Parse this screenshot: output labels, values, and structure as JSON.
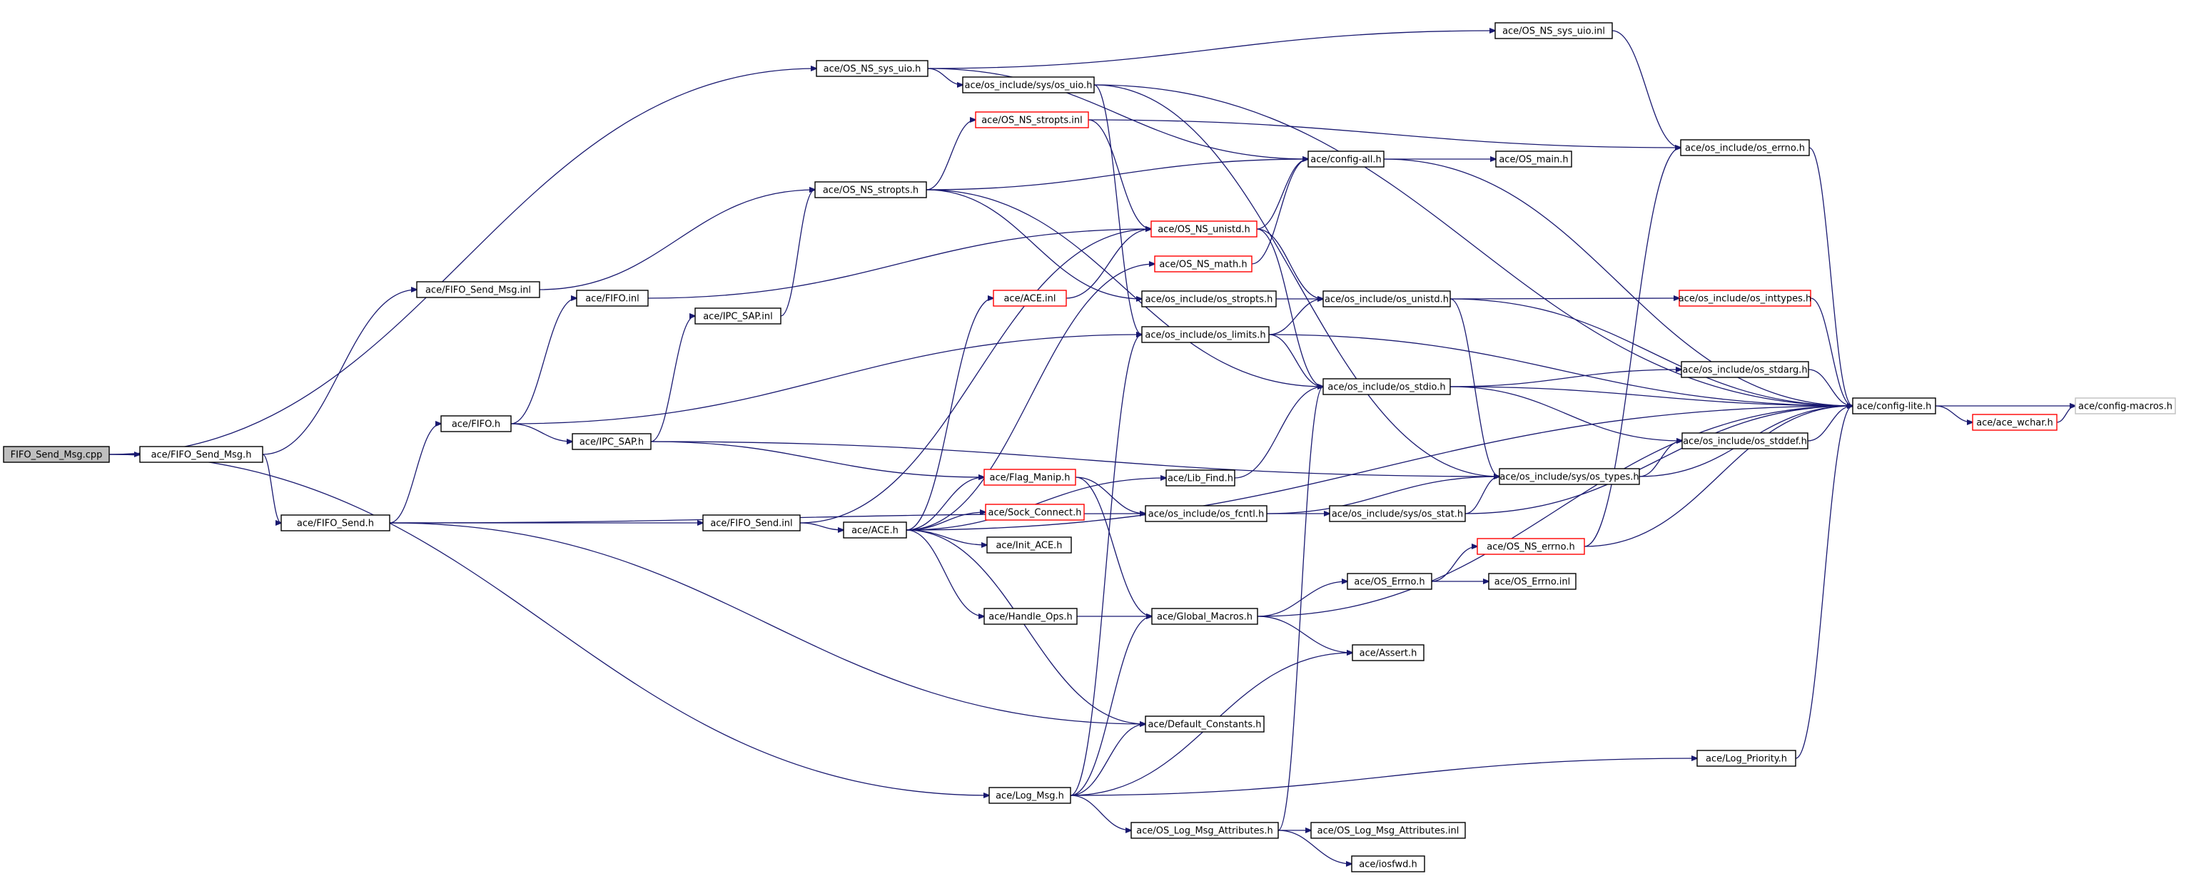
{
  "diagram": {
    "nodes": [
      {
        "id": "n_root",
        "label": "FIFO_Send_Msg.cpp",
        "style": "root"
      },
      {
        "id": "n_fsm_h",
        "label": "ace/FIFO_Send_Msg.h"
      },
      {
        "id": "n_fsm_inl",
        "label": "ace/FIFO_Send_Msg.inl"
      },
      {
        "id": "n_fs_h",
        "label": "ace/FIFO_Send.h"
      },
      {
        "id": "n_fifo_h",
        "label": "ace/FIFO.h"
      },
      {
        "id": "n_fifo_inl",
        "label": "ace/FIFO.inl"
      },
      {
        "id": "n_ipc_h",
        "label": "ace/IPC_SAP.h"
      },
      {
        "id": "n_ipc_inl",
        "label": "ace/IPC_SAP.inl"
      },
      {
        "id": "n_fs_inl",
        "label": "ace/FIFO_Send.inl"
      },
      {
        "id": "n_ace_h",
        "label": "ace/ACE.h"
      },
      {
        "id": "n_ace_inl",
        "label": "ace/ACE.inl",
        "style": "red"
      },
      {
        "id": "n_sysuio_h",
        "label": "ace/OS_NS_sys_uio.h"
      },
      {
        "id": "n_sysuio_inl",
        "label": "ace/OS_NS_sys_uio.inl"
      },
      {
        "id": "n_os_sysuio",
        "label": "ace/os_include/sys/os_uio.h"
      },
      {
        "id": "n_stropts_inl",
        "label": "ace/OS_NS_stropts.inl",
        "style": "red"
      },
      {
        "id": "n_stropts_h",
        "label": "ace/OS_NS_stropts.h"
      },
      {
        "id": "n_unistd_h",
        "label": "ace/OS_NS_unistd.h",
        "style": "red"
      },
      {
        "id": "n_math_h",
        "label": "ace/OS_NS_math.h",
        "style": "red"
      },
      {
        "id": "n_os_stropts",
        "label": "ace/os_include/os_stropts.h"
      },
      {
        "id": "n_os_limits",
        "label": "ace/os_include/os_limits.h"
      },
      {
        "id": "n_config_all",
        "label": "ace/config-all.h"
      },
      {
        "id": "n_os_main",
        "label": "ace/OS_main.h"
      },
      {
        "id": "n_os_errno",
        "label": "ace/os_include/os_errno.h"
      },
      {
        "id": "n_os_unistd",
        "label": "ace/os_include/os_unistd.h"
      },
      {
        "id": "n_os_inttypes",
        "label": "ace/os_include/os_inttypes.h",
        "style": "red"
      },
      {
        "id": "n_os_stdio",
        "label": "ace/os_include/os_stdio.h"
      },
      {
        "id": "n_os_stdarg",
        "label": "ace/os_include/os_stdarg.h"
      },
      {
        "id": "n_os_stddef",
        "label": "ace/os_include/os_stddef.h"
      },
      {
        "id": "n_config_lite",
        "label": "ace/config-lite.h"
      },
      {
        "id": "n_config_macros",
        "label": "ace/config-macros.h",
        "style": "gray"
      },
      {
        "id": "n_ace_wchar",
        "label": "ace/ace_wchar.h",
        "style": "red"
      },
      {
        "id": "n_os_types",
        "label": "ace/os_include/sys/os_types.h"
      },
      {
        "id": "n_flag",
        "label": "ace/Flag_Manip.h",
        "style": "red"
      },
      {
        "id": "n_libfind",
        "label": "ace/Lib_Find.h"
      },
      {
        "id": "n_os_fcntl",
        "label": "ace/os_include/os_fcntl.h"
      },
      {
        "id": "n_os_stat",
        "label": "ace/os_include/sys/os_stat.h"
      },
      {
        "id": "n_sock",
        "label": "ace/Sock_Connect.h",
        "style": "red"
      },
      {
        "id": "n_init",
        "label": "ace/Init_ACE.h"
      },
      {
        "id": "n_ns_errno",
        "label": "ace/OS_NS_errno.h",
        "style": "red"
      },
      {
        "id": "n_os_errno_h",
        "label": "ace/OS_Errno.h"
      },
      {
        "id": "n_os_errno_inl",
        "label": "ace/OS_Errno.inl"
      },
      {
        "id": "n_handle",
        "label": "ace/Handle_Ops.h"
      },
      {
        "id": "n_global",
        "label": "ace/Global_Macros.h"
      },
      {
        "id": "n_assert",
        "label": "ace/Assert.h"
      },
      {
        "id": "n_defconst",
        "label": "ace/Default_Constants.h"
      },
      {
        "id": "n_logprio",
        "label": "ace/Log_Priority.h"
      },
      {
        "id": "n_logmsg",
        "label": "ace/Log_Msg.h"
      },
      {
        "id": "n_logattr_h",
        "label": "ace/OS_Log_Msg_Attributes.h"
      },
      {
        "id": "n_logattr_inl",
        "label": "ace/OS_Log_Msg_Attributes.inl"
      },
      {
        "id": "n_iosfwd",
        "label": "ace/iosfwd.h"
      }
    ],
    "edges": [
      [
        "n_root",
        "n_fsm_h"
      ],
      [
        "n_root",
        "n_sysuio_h"
      ],
      [
        "n_root",
        "n_logmsg"
      ],
      [
        "n_fsm_h",
        "n_fs_h"
      ],
      [
        "n_fsm_h",
        "n_fsm_inl"
      ],
      [
        "n_fsm_inl",
        "n_stropts_h"
      ],
      [
        "n_fs_h",
        "n_fifo_h"
      ],
      [
        "n_fs_h",
        "n_fs_inl"
      ],
      [
        "n_fs_h",
        "n_os_fcntl"
      ],
      [
        "n_fs_h",
        "n_defconst"
      ],
      [
        "n_fifo_h",
        "n_fifo_inl"
      ],
      [
        "n_fifo_h",
        "n_ipc_h"
      ],
      [
        "n_fifo_h",
        "n_os_limits"
      ],
      [
        "n_fifo_inl",
        "n_unistd_h"
      ],
      [
        "n_ipc_h",
        "n_ipc_inl"
      ],
      [
        "n_ipc_h",
        "n_flag"
      ],
      [
        "n_ipc_h",
        "n_os_types"
      ],
      [
        "n_ipc_inl",
        "n_stropts_h"
      ],
      [
        "n_fs_inl",
        "n_unistd_h"
      ],
      [
        "n_fs_inl",
        "n_ace_h"
      ],
      [
        "n_ace_h",
        "n_ace_inl"
      ],
      [
        "n_ace_h",
        "n_math_h"
      ],
      [
        "n_ace_h",
        "n_flag"
      ],
      [
        "n_ace_h",
        "n_sock"
      ],
      [
        "n_ace_h",
        "n_init"
      ],
      [
        "n_ace_h",
        "n_handle"
      ],
      [
        "n_ace_h",
        "n_libfind"
      ],
      [
        "n_ace_h",
        "n_defconst"
      ],
      [
        "n_ace_h",
        "n_config_lite"
      ],
      [
        "n_ace_inl",
        "n_unistd_h"
      ],
      [
        "n_sysuio_h",
        "n_sysuio_inl"
      ],
      [
        "n_sysuio_h",
        "n_os_sysuio"
      ],
      [
        "n_sysuio_h",
        "n_config_all"
      ],
      [
        "n_sysuio_inl",
        "n_os_errno"
      ],
      [
        "n_os_sysuio",
        "n_config_lite"
      ],
      [
        "n_os_sysuio",
        "n_os_types"
      ],
      [
        "n_os_sysuio",
        "n_os_limits"
      ],
      [
        "n_stropts_h",
        "n_stropts_inl"
      ],
      [
        "n_stropts_h",
        "n_config_all"
      ],
      [
        "n_stropts_h",
        "n_os_stropts"
      ],
      [
        "n_stropts_h",
        "n_os_stdio"
      ],
      [
        "n_stropts_inl",
        "n_os_errno"
      ],
      [
        "n_stropts_inl",
        "n_unistd_h"
      ],
      [
        "n_unistd_h",
        "n_config_all"
      ],
      [
        "n_unistd_h",
        "n_os_unistd"
      ],
      [
        "n_unistd_h",
        "n_os_stdio"
      ],
      [
        "n_math_h",
        "n_config_all"
      ],
      [
        "n_os_stropts",
        "n_os_unistd"
      ],
      [
        "n_os_limits",
        "n_os_unistd"
      ],
      [
        "n_os_limits",
        "n_os_stdio"
      ],
      [
        "n_os_limits",
        "n_config_lite"
      ],
      [
        "n_config_all",
        "n_os_main"
      ],
      [
        "n_config_all",
        "n_config_lite"
      ],
      [
        "n_os_errno",
        "n_config_lite"
      ],
      [
        "n_os_unistd",
        "n_os_inttypes"
      ],
      [
        "n_os_unistd",
        "n_os_types"
      ],
      [
        "n_os_unistd",
        "n_config_lite"
      ],
      [
        "n_os_inttypes",
        "n_config_lite"
      ],
      [
        "n_os_stdio",
        "n_os_stdarg"
      ],
      [
        "n_os_stdio",
        "n_os_stddef"
      ],
      [
        "n_os_stdio",
        "n_config_lite"
      ],
      [
        "n_os_stdarg",
        "n_config_lite"
      ],
      [
        "n_os_stddef",
        "n_config_lite"
      ],
      [
        "n_config_lite",
        "n_config_macros"
      ],
      [
        "n_config_lite",
        "n_ace_wchar"
      ],
      [
        "n_ace_wchar",
        "n_config_macros"
      ],
      [
        "n_os_types",
        "n_os_stddef"
      ],
      [
        "n_os_types",
        "n_config_lite"
      ],
      [
        "n_flag",
        "n_os_fcntl"
      ],
      [
        "n_flag",
        "n_global"
      ],
      [
        "n_libfind",
        "n_os_stdio"
      ],
      [
        "n_os_fcntl",
        "n_os_types"
      ],
      [
        "n_os_fcntl",
        "n_os_stat"
      ],
      [
        "n_os_stat",
        "n_os_types"
      ],
      [
        "n_os_stat",
        "n_config_lite"
      ],
      [
        "n_handle",
        "n_global"
      ],
      [
        "n_global",
        "n_os_errno_h"
      ],
      [
        "n_global",
        "n_assert"
      ],
      [
        "n_global",
        "n_config_lite"
      ],
      [
        "n_os_errno_h",
        "n_ns_errno"
      ],
      [
        "n_os_errno_h",
        "n_os_errno_inl"
      ],
      [
        "n_ns_errno",
        "n_os_errno"
      ],
      [
        "n_ns_errno",
        "n_config_lite"
      ],
      [
        "n_logmsg",
        "n_logprio"
      ],
      [
        "n_logmsg",
        "n_logattr_h"
      ],
      [
        "n_logmsg",
        "n_defconst"
      ],
      [
        "n_logmsg",
        "n_global"
      ],
      [
        "n_logmsg",
        "n_assert"
      ],
      [
        "n_logmsg",
        "n_os_limits"
      ],
      [
        "n_logattr_h",
        "n_logattr_inl"
      ],
      [
        "n_logattr_h",
        "n_iosfwd"
      ],
      [
        "n_logattr_h",
        "n_os_stdio"
      ],
      [
        "n_logprio",
        "n_config_lite"
      ]
    ]
  }
}
